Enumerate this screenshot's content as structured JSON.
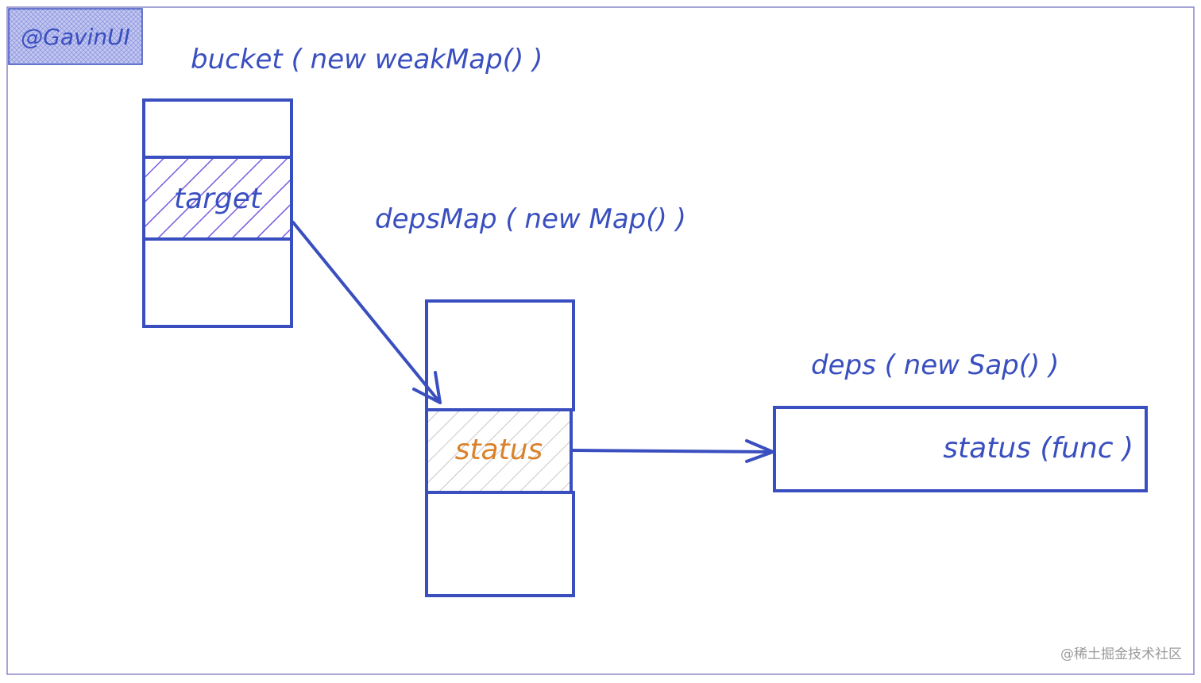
{
  "badge": {
    "text": "@GavinUI"
  },
  "bucket": {
    "label": "bucket ( new weakMap() )",
    "cell_label": "target"
  },
  "depsMap": {
    "label": "depsMap ( new Map() )",
    "cell_label": "status"
  },
  "deps": {
    "label": "deps ( new Sap() )",
    "content": "status (func )"
  },
  "watermark": "@稀土掘金技术社区",
  "colors": {
    "ink": "#3a4fbf",
    "frame": "#8a86c9",
    "badge_fill": "#b8bff0",
    "hatch_target": "#7b5ce0",
    "hatch_status": "#c8c8c8",
    "status_text": "#d9822b",
    "watermark": "#9a9a9a"
  }
}
